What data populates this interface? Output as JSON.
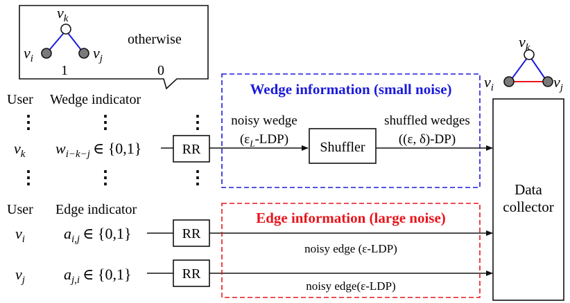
{
  "callout": {
    "node_top": "v",
    "node_top_sub": "k",
    "node_left": "v",
    "node_left_sub": "i",
    "node_right": "v",
    "node_right_sub": "j",
    "otherwise_label": "otherwise",
    "value_wedge": "1",
    "value_otherwise": "0"
  },
  "wedge_section": {
    "user_header": "User",
    "indicator_header": "Wedge indicator",
    "dots": "⋮",
    "row_user": "v",
    "row_user_sub": "k",
    "row_indicator_main": "w",
    "row_indicator_sub": "i−k−j",
    "row_indicator_set": "∈ {0,1}",
    "rr_label": "RR",
    "box_title": "Wedge information (small noise)",
    "noisy_wedge_line1": "noisy wedge",
    "noisy_wedge_line2": "(ε",
    "noisy_wedge_sub": "L",
    "noisy_wedge_tail": "-LDP)",
    "shuffler_label": "Shuffler",
    "shuffled_line1": "shuffled wedges",
    "shuffled_line2": "((ε, δ)-DP)"
  },
  "edge_section": {
    "user_header": "User",
    "indicator_header": "Edge indicator",
    "rows": [
      {
        "user": "v",
        "user_sub": "i",
        "ind_main": "a",
        "ind_sub": "i,j",
        "ind_set": "∈ {0,1}",
        "rr": "RR",
        "edge_label": "noisy edge (ε-LDP)"
      },
      {
        "user": "v",
        "user_sub": "j",
        "ind_main": "a",
        "ind_sub": "j,i",
        "ind_set": "∈ {0,1}",
        "rr": "RR",
        "edge_label": "noisy edge(ε-LDP)"
      }
    ],
    "box_title": "Edge information (large noise)"
  },
  "collector": {
    "line1": "Data",
    "line2": "collector"
  },
  "triangle": {
    "top": "v",
    "top_sub": "k",
    "left": "v",
    "left_sub": "i",
    "right": "v",
    "right_sub": "j"
  },
  "colors": {
    "blue": "#1a1adc",
    "red": "#e8141b",
    "ink": "#111111",
    "node_gray": "#7a7a7a"
  }
}
